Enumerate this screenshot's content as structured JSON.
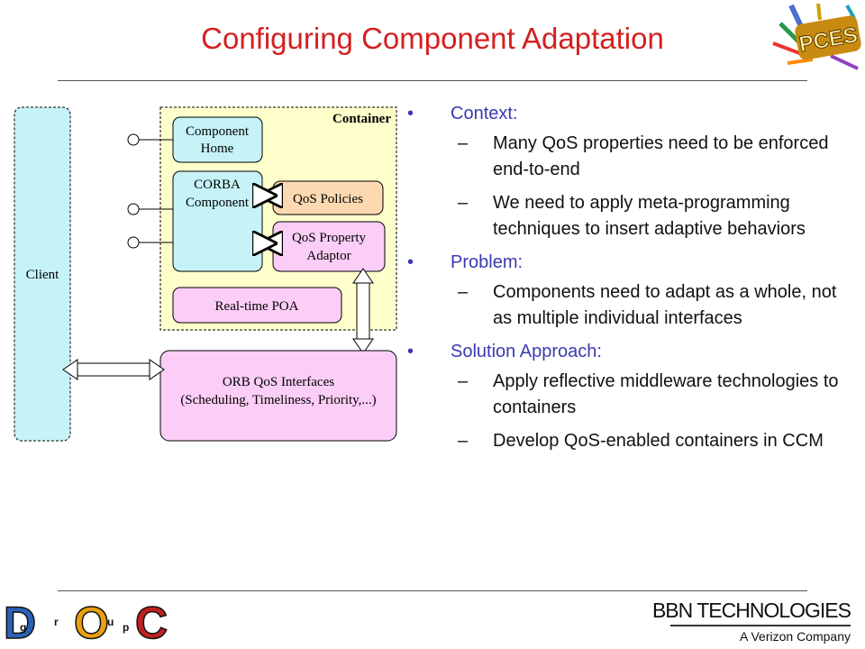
{
  "slide": {
    "title": "Configuring Component Adaptation"
  },
  "diagram": {
    "client_label": "Client",
    "container_label": "Container",
    "component_home": [
      "Component",
      "Home"
    ],
    "corba_component": [
      "CORBA",
      "Component"
    ],
    "qos_policies": "QoS Policies",
    "qos_property_adaptor": [
      "QoS Property",
      "Adaptor"
    ],
    "realtime_poa": "Real-time POA",
    "orb_qos": [
      "ORB QoS Interfaces",
      "(Scheduling, Timeliness, Priority,...)"
    ]
  },
  "bullets": [
    {
      "text": "Context:",
      "subs": [
        "Many QoS properties need to be enforced end-to-end",
        "We need to apply meta-programming techniques to insert adaptive behaviors"
      ]
    },
    {
      "text": "Problem:",
      "subs": [
        "Components need to adapt as a whole, not as multiple individual interfaces"
      ]
    },
    {
      "text": "Solution Approach:",
      "subs": [
        "Apply reflective middleware technologies to containers",
        "Develop QoS-enabled containers in CCM"
      ]
    }
  ],
  "logos": {
    "pces": "PCES",
    "doc_letters": [
      "D",
      "r",
      "O",
      "u",
      "C"
    ],
    "doc_small": [
      "g",
      "p"
    ],
    "bbn_name": "BBN TECHNOLOGIES",
    "bbn_tagline": "A Verizon Company"
  },
  "colors": {
    "title": "#d42020",
    "bullet_heading": "#3a3ab0",
    "client_fill": "#c6f3f8",
    "container_fill": "#ffffcc",
    "component_fill": "#c6f3f8",
    "qos_policies_fill": "#fcd9b0",
    "pink_fill": "#fbcdf7"
  }
}
